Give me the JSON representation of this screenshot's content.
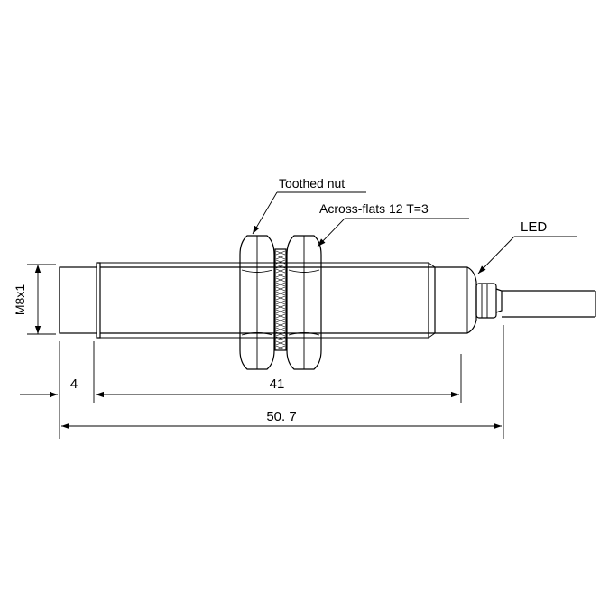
{
  "drawing": {
    "callouts": {
      "toothed_nut": "Toothed nut",
      "across_flats": "Across-flats 12  T=3",
      "led": "LED"
    },
    "dimensions": {
      "thread": "M8x1",
      "tip_length": "4",
      "thread_length": "41",
      "overall_length": "50. 7"
    }
  }
}
